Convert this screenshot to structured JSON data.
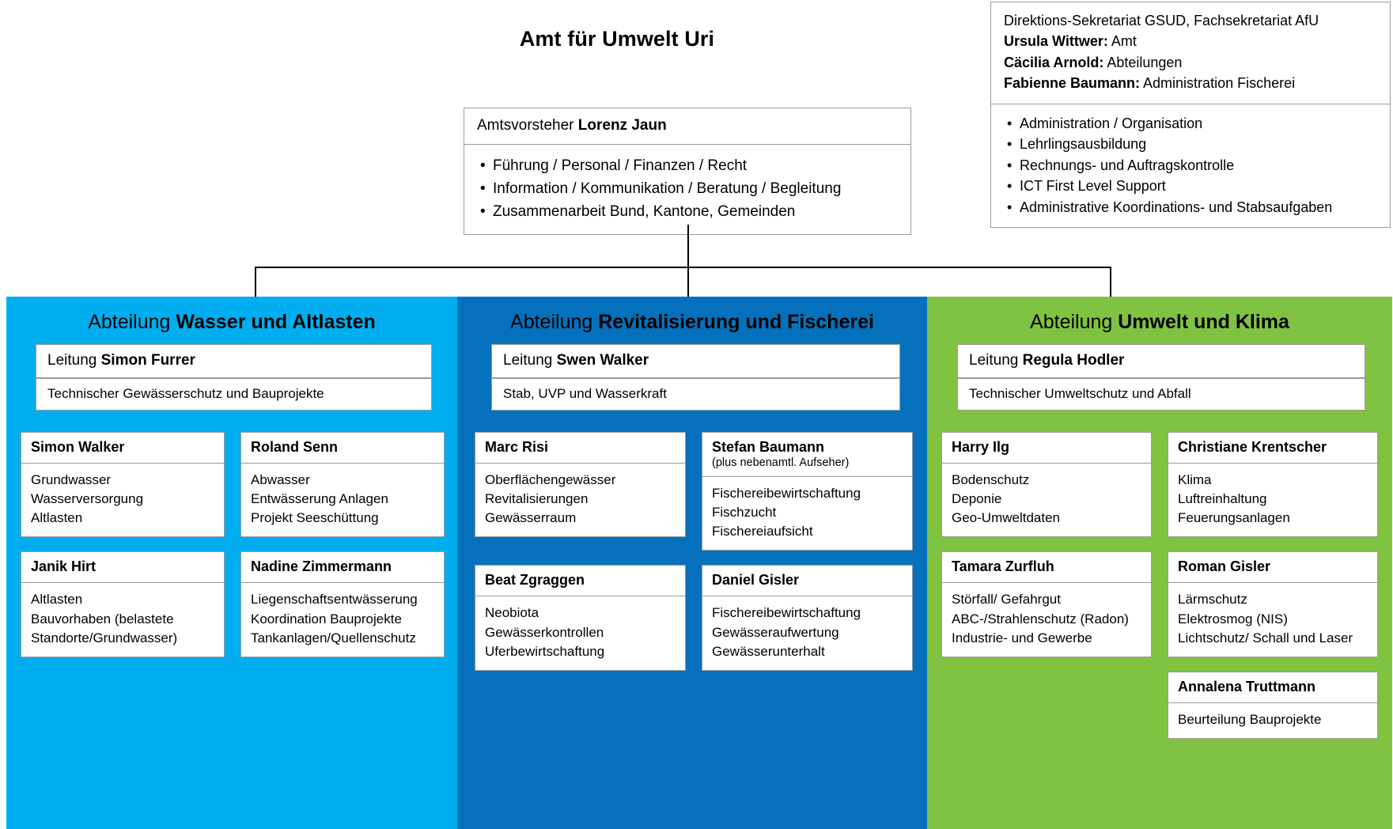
{
  "title": "Amt für Umwelt Uri",
  "head": {
    "role_label": "Amtsvorsteher",
    "name": "Lorenz Jaun",
    "tasks": [
      "Führung / Personal / Finanzen / Recht",
      "Information / Kommunikation / Beratung / Begleitung",
      "Zusammenarbeit Bund, Kantone, Gemeinden"
    ]
  },
  "secretariat": {
    "line1": "Direktions-Sekretariat GSUD, Fachsekretariat AfU",
    "people": [
      {
        "name": "Ursula Wittwer:",
        "role": " Amt"
      },
      {
        "name": "Cäcilia Arnold:",
        "role": " Abteilungen"
      },
      {
        "name": "Fabienne Baumann:",
        "role": " Administration Fischerei"
      }
    ],
    "tasks": [
      "Administration / Organisation",
      "Lehrlingsausbildung",
      "Rechnungs- und Auftragskontrolle",
      "ICT First Level Support",
      "Administrative Koordinations- und Stabsaufgaben"
    ]
  },
  "departments": [
    {
      "prefix": "Abteilung ",
      "name": "Wasser und Altlasten",
      "color": "#00AEEF",
      "lead_label": "Leitung ",
      "lead_name": "Simon Furrer",
      "lead_sub": "Technischer Gewässerschutz und Bauprojekte",
      "cards": [
        {
          "name": "Simon Walker",
          "note": "",
          "tasks": [
            "Grundwasser",
            "Wasserversorgung",
            "Altlasten"
          ]
        },
        {
          "name": "Roland Senn",
          "note": "",
          "tasks": [
            "Abwasser",
            "Entwässerung Anlagen",
            "Projekt Seeschüttung"
          ]
        },
        {
          "name": "Janik Hirt",
          "note": "",
          "tasks": [
            "Altlasten",
            "Bauvorhaben (belastete",
            "Standorte/Grundwasser)"
          ]
        },
        {
          "name": "Nadine Zimmermann",
          "note": "",
          "tasks": [
            "Liegenschaftsentwässerung",
            "Koordination Bauprojekte",
            "Tankanlagen/Quellenschutz"
          ]
        }
      ]
    },
    {
      "prefix": "Abteilung ",
      "name": "Revitalisierung und Fischerei",
      "color": "#0571BC",
      "lead_label": "Leitung ",
      "lead_name": "Swen Walker",
      "lead_sub": "Stab, UVP und Wasserkraft",
      "cards": [
        {
          "name": "Marc Risi",
          "note": "",
          "tasks": [
            "Oberflächengewässer",
            "Revitalisierungen",
            "Gewässerraum"
          ]
        },
        {
          "name": "Stefan Baumann",
          "note": "(plus nebenamtl. Aufseher)",
          "tasks": [
            "Fischereibewirtschaftung",
            "Fischzucht",
            "Fischereiaufsicht"
          ]
        },
        {
          "name": "Beat Zgraggen",
          "note": "",
          "tasks": [
            "Neobiota",
            "Gewässerkontrollen",
            "Uferbewirtschaftung"
          ]
        },
        {
          "name": "Daniel Gisler",
          "note": "",
          "tasks": [
            "Fischereibewirtschaftung",
            "Gewässeraufwertung",
            "Gewässerunterhalt"
          ]
        }
      ]
    },
    {
      "prefix": "Abteilung ",
      "name": "Umwelt und Klima",
      "color": "#80C241",
      "lead_label": "Leitung ",
      "lead_name": "Regula Hodler",
      "lead_sub": "Technischer Umweltschutz und Abfall",
      "cards": [
        {
          "name": "Harry Ilg",
          "note": "",
          "tasks": [
            "Bodenschutz",
            "Deponie",
            "Geo-Umweltdaten"
          ]
        },
        {
          "name": "Christiane Krentscher",
          "note": "",
          "tasks": [
            "Klima",
            "Luftreinhaltung",
            "Feuerungsanlagen"
          ]
        },
        {
          "name": "Tamara Zurfluh",
          "note": "",
          "tasks": [
            "Störfall/ Gefahrgut",
            "ABC-/Strahlenschutz (Radon)",
            "Industrie- und Gewerbe"
          ]
        },
        {
          "name": "Roman Gisler",
          "note": "",
          "tasks": [
            "Lärmschutz",
            "Elektrosmog (NIS)",
            "Lichtschutz/ Schall und Laser"
          ]
        },
        {
          "name": "Annalena Truttmann",
          "note": "",
          "tasks": [
            "Beurteilung Bauprojekte"
          ],
          "offset": true
        }
      ]
    }
  ]
}
